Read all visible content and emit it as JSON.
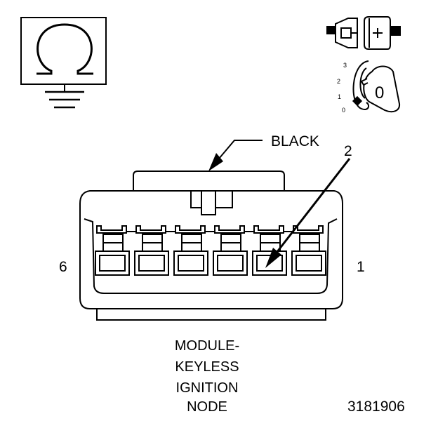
{
  "labels": {
    "color_callout": "BLACK",
    "pin_callout": "2",
    "left_pin": "6",
    "right_pin": "1",
    "figure_number": "3181906"
  },
  "key_positions": [
    "3",
    "2",
    "1",
    "0"
  ],
  "key_label": "0",
  "caption": [
    "MODULE-",
    "KEYLESS",
    "IGNITION",
    "NODE"
  ],
  "icons": {
    "ohmmeter": "ohmmeter-symbol-icon",
    "connector": "disconnected-connector-icon",
    "ignition": "ignition-key-icon"
  }
}
